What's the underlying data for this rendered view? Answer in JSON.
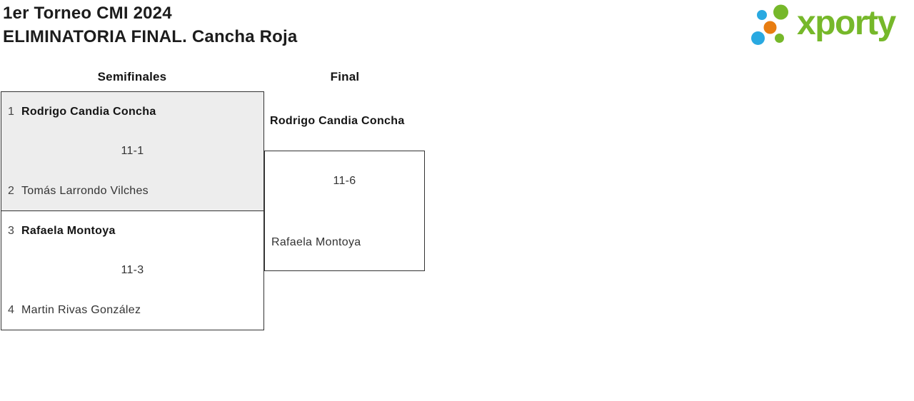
{
  "header": {
    "title_line1": "1er Torneo CMI 2024",
    "title_line2": "ELIMINATORIA FINAL. Cancha Roja"
  },
  "logo": {
    "brand": "xporty"
  },
  "colors": {
    "brand_green": "#76b82a",
    "brand_blue": "#29a9e1",
    "brand_orange": "#e87d11",
    "match_highlight_bg": "#ededed",
    "match_border": "#333333"
  },
  "bracket": {
    "rounds": [
      {
        "label": "Semifinales",
        "matches": [
          {
            "player1": {
              "seed": "1",
              "name": "Rodrigo Candia Concha",
              "winner": true
            },
            "score": "11-1",
            "player2": {
              "seed": "2",
              "name": "Tomás Larrondo Vilches",
              "winner": false
            }
          },
          {
            "player1": {
              "seed": "3",
              "name": "Rafaela Montoya",
              "winner": true
            },
            "score": "11-3",
            "player2": {
              "seed": "4",
              "name": "Martin Rivas González",
              "winner": false
            }
          }
        ]
      },
      {
        "label": "Final",
        "matches": [
          {
            "player1": {
              "name": "Rodrigo Candia Concha",
              "winner": true
            },
            "score": "11-6",
            "player2": {
              "name": "Rafaela Montoya",
              "winner": false
            }
          }
        ]
      }
    ]
  }
}
